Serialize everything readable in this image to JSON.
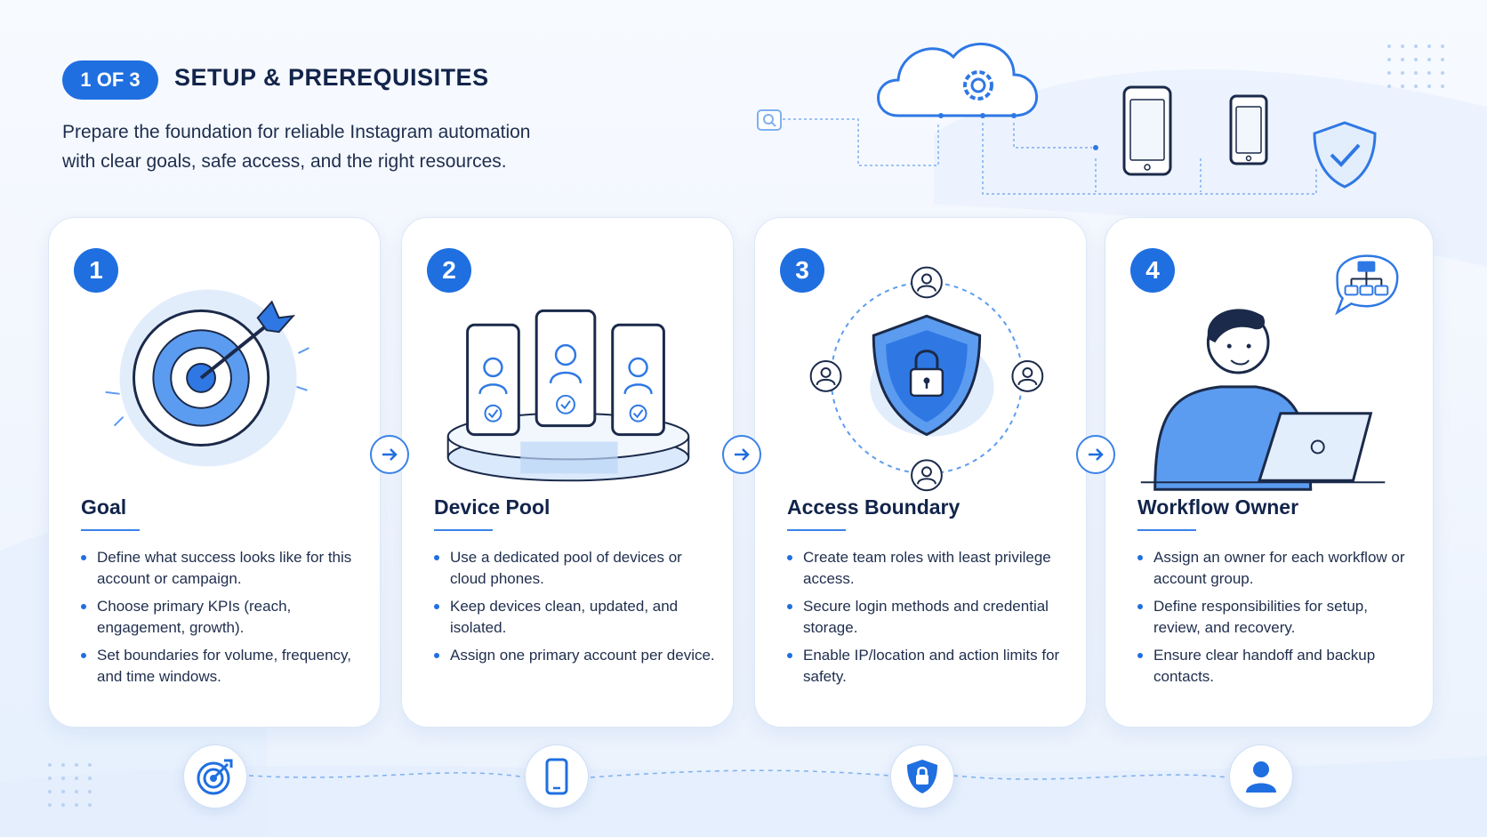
{
  "header": {
    "step_label": "1 OF 3",
    "title": "SETUP & PREREQUISITES",
    "subtitle_line1": "Prepare the foundation for reliable Instagram automation",
    "subtitle_line2": "with clear goals, safe access, and the right resources."
  },
  "cards": [
    {
      "number": "1",
      "title": "Goal",
      "bullets": [
        "Define what success looks like for this account or campaign.",
        "Choose primary KPIs (reach, engagement, growth).",
        "Set boundaries for volume, frequency, and time windows."
      ]
    },
    {
      "number": "2",
      "title": "Device Pool",
      "bullets": [
        "Use a dedicated pool of devices or cloud phones.",
        "Keep devices clean, updated, and isolated.",
        "Assign one primary account per device."
      ]
    },
    {
      "number": "3",
      "title": "Access Boundary",
      "bullets": [
        "Create team roles with least privilege access.",
        "Secure login methods and credential storage.",
        "Enable IP/location and action limits for safety."
      ]
    },
    {
      "number": "4",
      "title": "Workflow Owner",
      "bullets": [
        "Assign an owner for each workflow or account group.",
        "Define responsibilities for setup, review, and recovery.",
        "Ensure clear handoff and backup contacts."
      ]
    }
  ],
  "icons": {
    "hero": [
      "cloud-gear-icon",
      "smartphone-icon",
      "smartphone-icon",
      "shield-check-icon",
      "search-icon"
    ],
    "card_art": [
      "target-icon",
      "device-pool-icon",
      "shield-lock-icon",
      "workflow-owner-icon"
    ],
    "bottom": [
      "target-icon",
      "smartphone-icon",
      "shield-lock-icon",
      "user-icon"
    ],
    "arrows": [
      "arrow-right-icon",
      "arrow-right-icon",
      "arrow-right-icon"
    ]
  },
  "colors": {
    "accent": "#1f6fe0",
    "accent_light": "#5b9cf0",
    "accent_pale": "#dbe9fc",
    "title": "#12244a",
    "text": "#1f2e4d",
    "background": "#f4f8fe"
  }
}
